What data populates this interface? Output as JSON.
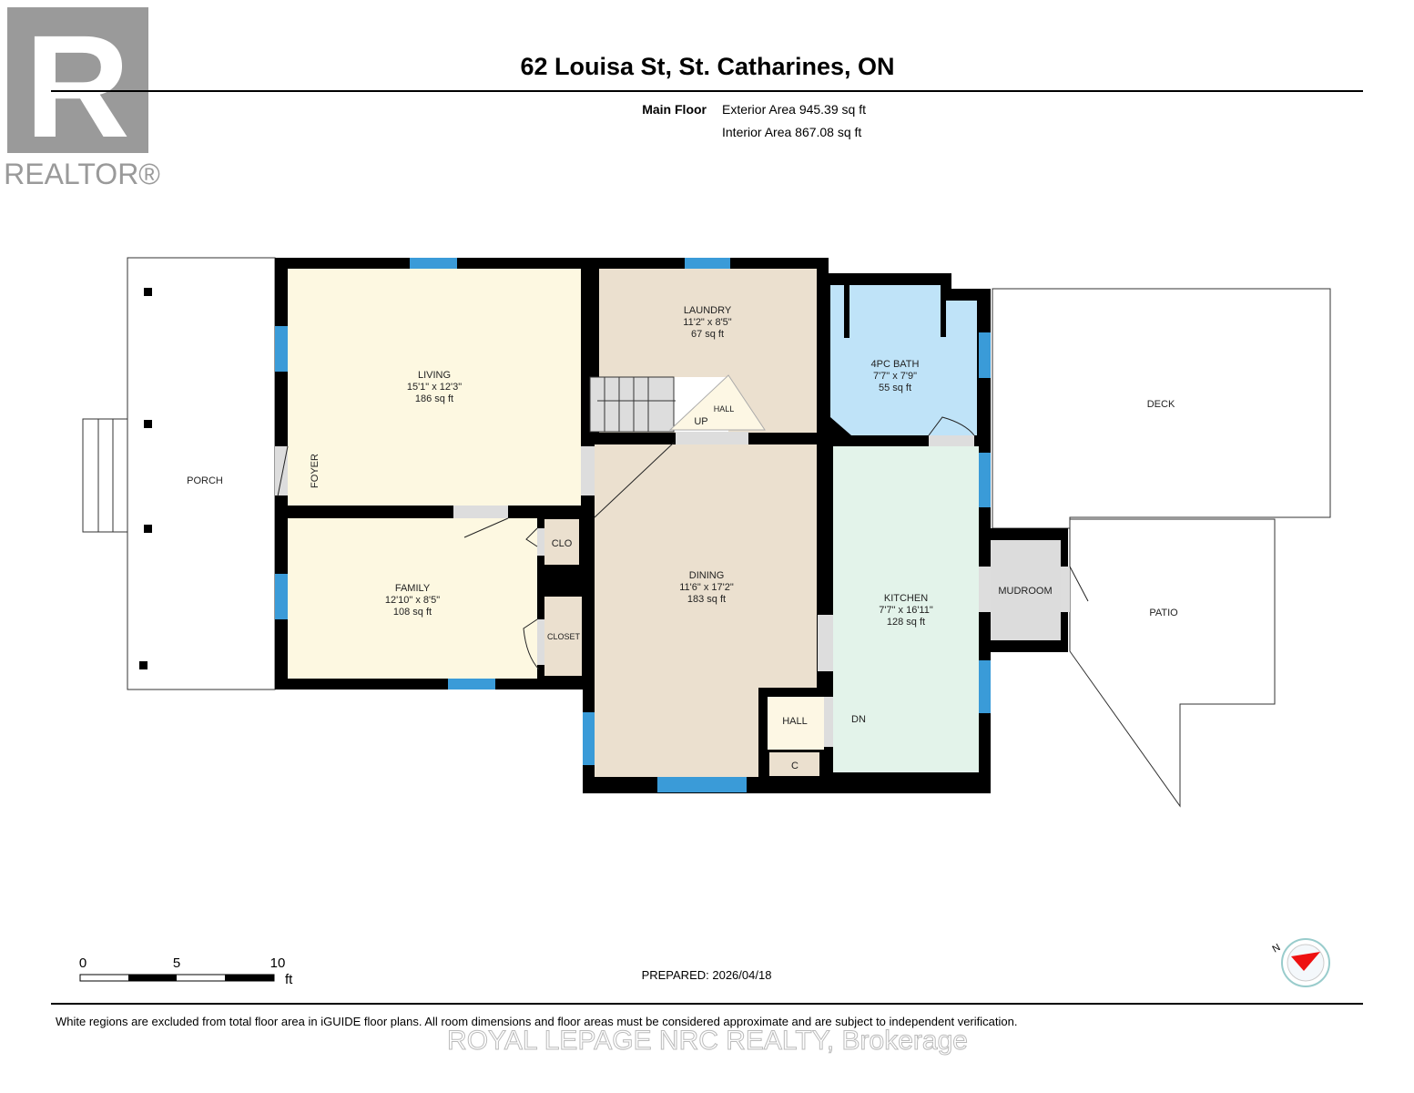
{
  "header": {
    "title": "62 Louisa St, St. Catharines, ON",
    "floor_label": "Main Floor",
    "exterior_area": "Exterior Area 945.39 sq ft",
    "interior_area": "Interior Area 867.08 sq ft"
  },
  "logo": {
    "text": "REALTOR®",
    "letter": "R"
  },
  "rooms": {
    "living": {
      "name": "LIVING",
      "dims": "15'1\" x 12'3\"",
      "area": "186 sq ft"
    },
    "family": {
      "name": "FAMILY",
      "dims": "12'10\" x 8'5\"",
      "area": "108 sq ft"
    },
    "laundry": {
      "name": "LAUNDRY",
      "dims": "11'2\" x 8'5\"",
      "area": "67 sq ft"
    },
    "bath": {
      "name": "4PC BATH",
      "dims": "7'7\" x 7'9\"",
      "area": "55 sq ft"
    },
    "dining": {
      "name": "DINING",
      "dims": "11'6\" x 17'2\"",
      "area": "183 sq ft"
    },
    "kitchen": {
      "name": "KITCHEN",
      "dims": "7'7\" x 16'11\"",
      "area": "128 sq ft"
    },
    "porch": "PORCH",
    "foyer": "FOYER",
    "clo": "CLO",
    "closet": "CLOSET",
    "hall_upper": "HALL",
    "up": "UP",
    "hall_lower": "HALL",
    "c": "C",
    "dn": "DN",
    "mudroom": "MUDROOM",
    "deck": "DECK",
    "patio": "PATIO"
  },
  "colors": {
    "living": "#fdf8e1",
    "laundry": "#ebe0cf",
    "bath": "#bfe3f8",
    "kitchen": "#e3f3ea",
    "mudroom": "#dcdcdc",
    "window": "#3a9bd8",
    "wall": "#000000"
  },
  "scale": {
    "ticks": [
      "0",
      "5",
      "10"
    ],
    "unit": "ft"
  },
  "prepared": "PREPARED: 2026/04/18",
  "compass": {
    "label": "N",
    "icon": "compass-icon"
  },
  "footer": {
    "disclaimer": "White regions are excluded from total floor area in iGUIDE floor plans. All room dimensions and floor areas must be considered approximate and are subject to independent verification.",
    "watermark": "ROYAL LEPAGE NRC REALTY, Brokerage"
  }
}
